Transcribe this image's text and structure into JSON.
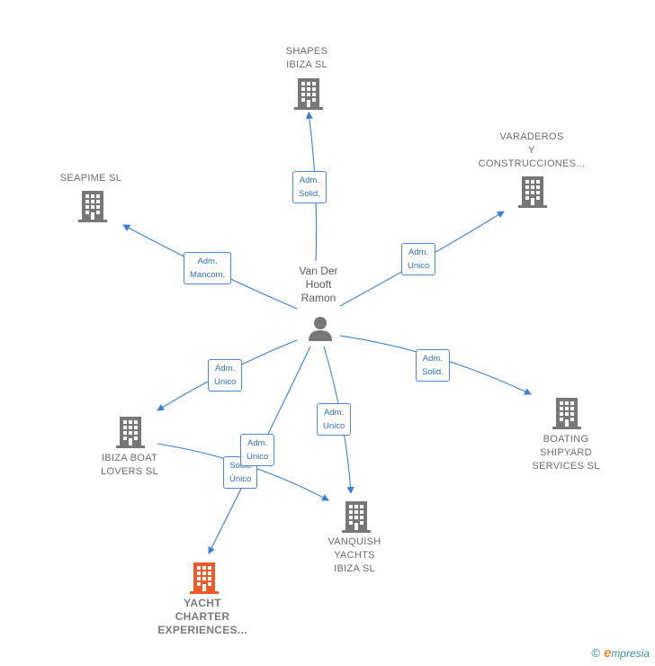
{
  "center": {
    "label": "Van Der\nHooft\nRamon",
    "icon": "person-icon"
  },
  "companies": [
    {
      "id": "shapes",
      "label": "SHAPES\nIBIZA  SL",
      "icon": "building-icon",
      "highlight": false
    },
    {
      "id": "varaderos",
      "label": "VARADEROS\nY\nCONSTRUCCIONES...",
      "icon": "building-icon",
      "highlight": false
    },
    {
      "id": "seapime",
      "label": "SEAPIME  SL",
      "icon": "building-icon",
      "highlight": false
    },
    {
      "id": "boating",
      "label": "BOATING\nSHIPYARD\nSERVICES  SL",
      "icon": "building-icon",
      "highlight": false
    },
    {
      "id": "ibizaboat",
      "label": "IBIZA BOAT\nLOVERS SL",
      "icon": "building-icon",
      "highlight": false
    },
    {
      "id": "vanquish",
      "label": "VANQUISH\nYACHTS\nIBIZA  SL",
      "icon": "building-icon",
      "highlight": false
    },
    {
      "id": "yacht",
      "label": "YACHT\nCHARTER\nEXPERIENCES...",
      "icon": "building-icon",
      "highlight": true
    }
  ],
  "roles": {
    "shapes": "Adm.\nSolid.",
    "varaderos": "Adm.\nUnico",
    "seapime": "Adm.\nMancom.",
    "boating": "Adm.\nSolid.",
    "ibizaboat": "Adm.\nUnico",
    "vanquish": "Adm.\nUnico",
    "yacht": "Adm.\nUnico",
    "ibizaboat_vanquish": "Socio\nÚnico"
  },
  "colors": {
    "edge": "#3a7fd5",
    "building": "#777777",
    "highlight": "#f05a28"
  },
  "footer": {
    "copyright": "©",
    "brand_initial": "e",
    "brand_rest": "mpresia"
  }
}
